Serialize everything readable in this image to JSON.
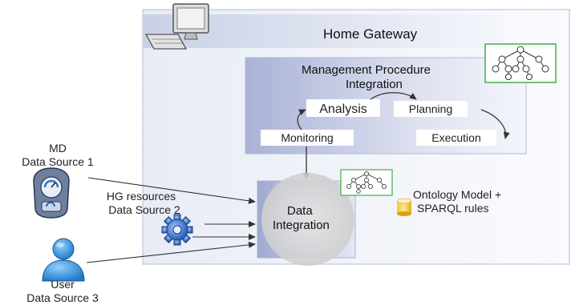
{
  "home_gateway": {
    "title": "Home Gateway"
  },
  "management": {
    "title_line1": "Management Procedure",
    "title_line2": "Integration",
    "analysis": "Analysis",
    "planning": "Planning",
    "monitoring": "Monitoring",
    "execution": "Execution"
  },
  "data_integration": {
    "line1": "Data",
    "line2": "Integration"
  },
  "ontology": {
    "line1": "Ontology Model +",
    "line2": "SPARQL rules"
  },
  "sources": {
    "md_line1": "MD",
    "md_line2": "Data Source 1",
    "hg_line1": "HG resources",
    "hg_line2": "Data Source 2",
    "user_line1": "User",
    "user_line2": "Data Source 3"
  },
  "colors": {
    "gateway_panel": "#dfe4f0",
    "gateway_border": "#aeb9d3",
    "management_panel": "#c5cce4",
    "integration_panel": "#b9c0dd",
    "tree_border": "#3fae49",
    "arrow": "#333333"
  },
  "icons": [
    "computer-icon",
    "tree-icon",
    "md-device-icon",
    "gear-icon",
    "user-icon",
    "database-icon"
  ]
}
